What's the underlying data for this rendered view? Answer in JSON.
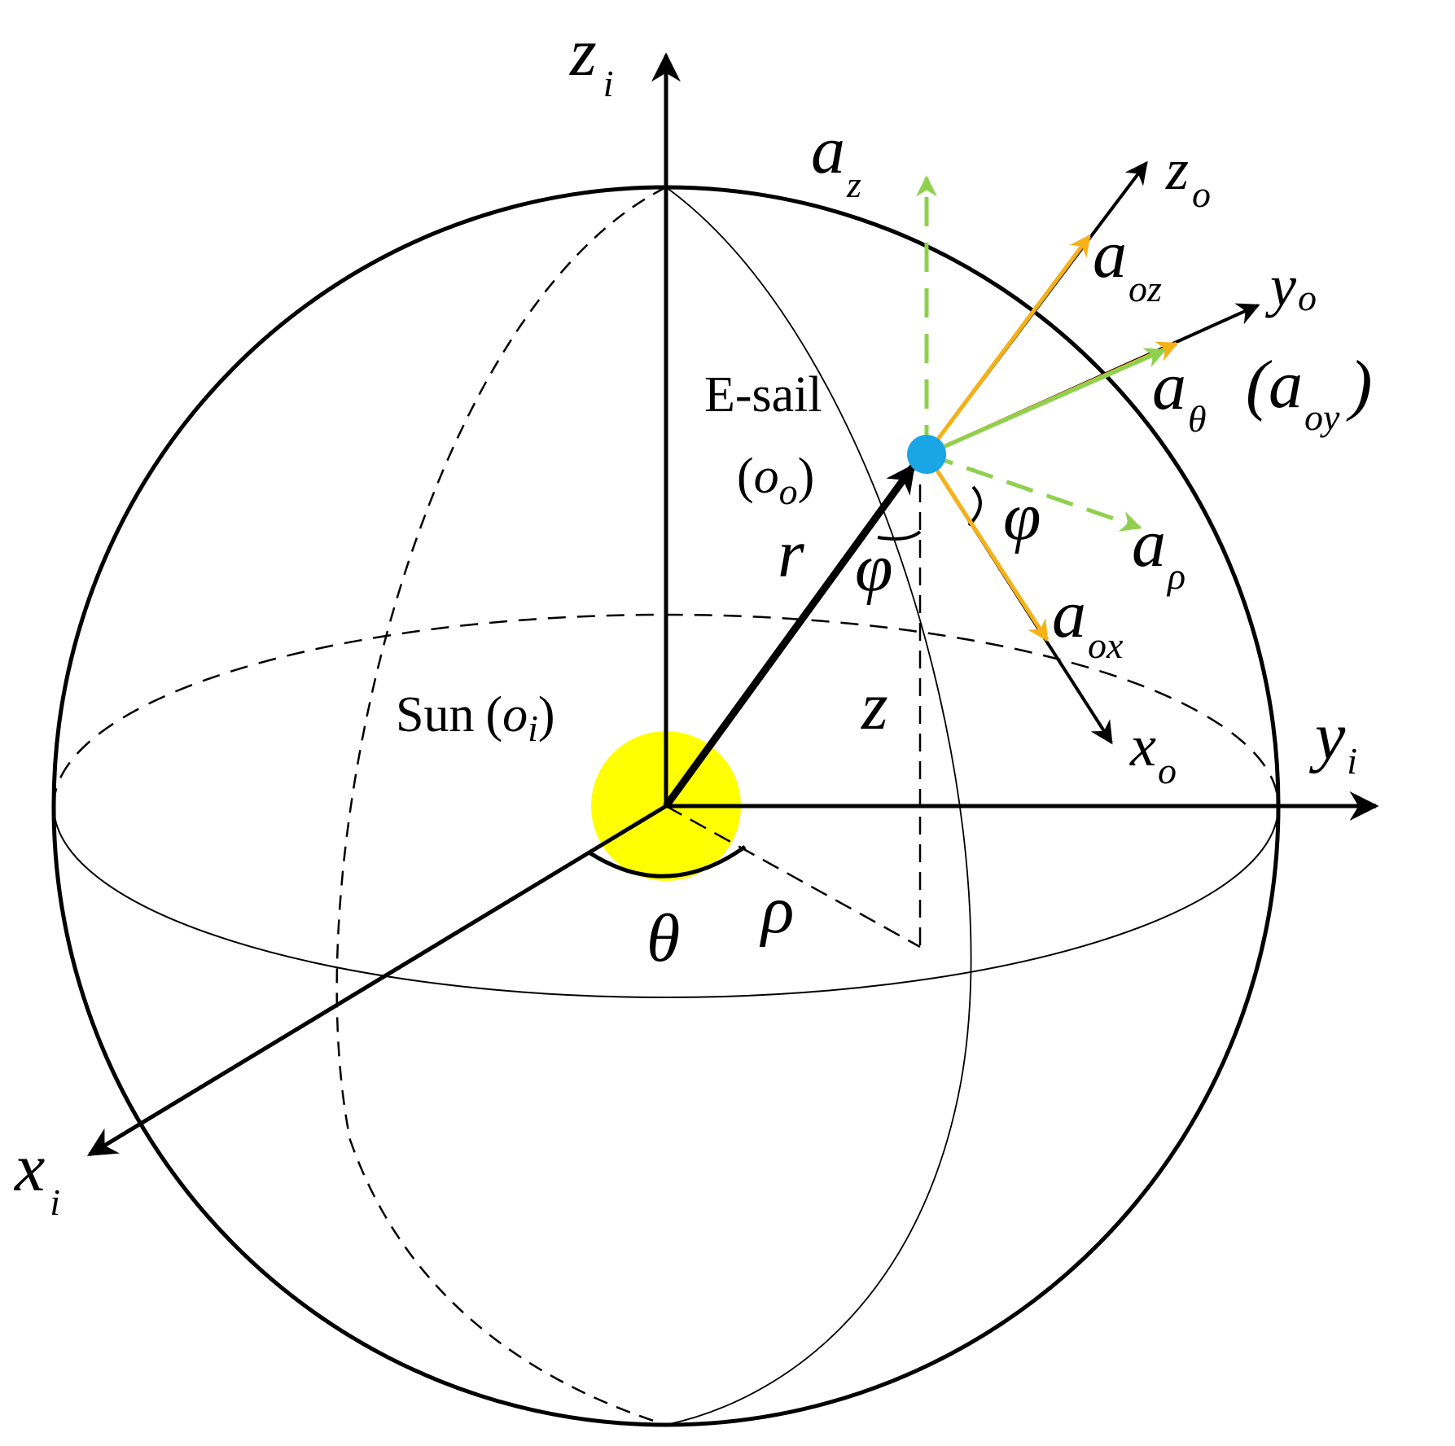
{
  "labels": {
    "zi": {
      "main": "z",
      "sub": "i"
    },
    "yi": {
      "main": "y",
      "sub": "i"
    },
    "xi": {
      "main": "x",
      "sub": "i"
    },
    "zo": {
      "main": "z",
      "sub": "o"
    },
    "yo": {
      "main": "y",
      "sub": "o"
    },
    "xo": {
      "main": "x",
      "sub": "o"
    },
    "az": {
      "main": "a",
      "sub": "z"
    },
    "aoz": {
      "main": "a",
      "sub": "oz"
    },
    "atheta": {
      "main": "a",
      "sub": "θ"
    },
    "aoy": {
      "open": "(",
      "main": "a",
      "sub": "oy",
      "close": ")"
    },
    "arho": {
      "main": "a",
      "sub": "ρ"
    },
    "aox": {
      "main": "a",
      "sub": "ox"
    },
    "esail": "E-sail",
    "oo": {
      "open": "(",
      "main": "o",
      "sub": "o",
      "close": ")"
    },
    "sun": {
      "text": "Sun",
      "open": "(",
      "main": "o",
      "sub": "i",
      "close": ")"
    },
    "r": "r",
    "phi_inner": "φ",
    "phi_outer": "φ",
    "z": "z",
    "theta": "θ",
    "rho": "ρ"
  },
  "colors": {
    "sun": "#ffff00",
    "esail": "#1aa6e6",
    "orbit_frame_acc": "#f5b116",
    "polar_acc": "#8fd14f",
    "axes": "#000000"
  },
  "icons": {
    "sun": "filled-circle",
    "esail": "filled-circle"
  }
}
